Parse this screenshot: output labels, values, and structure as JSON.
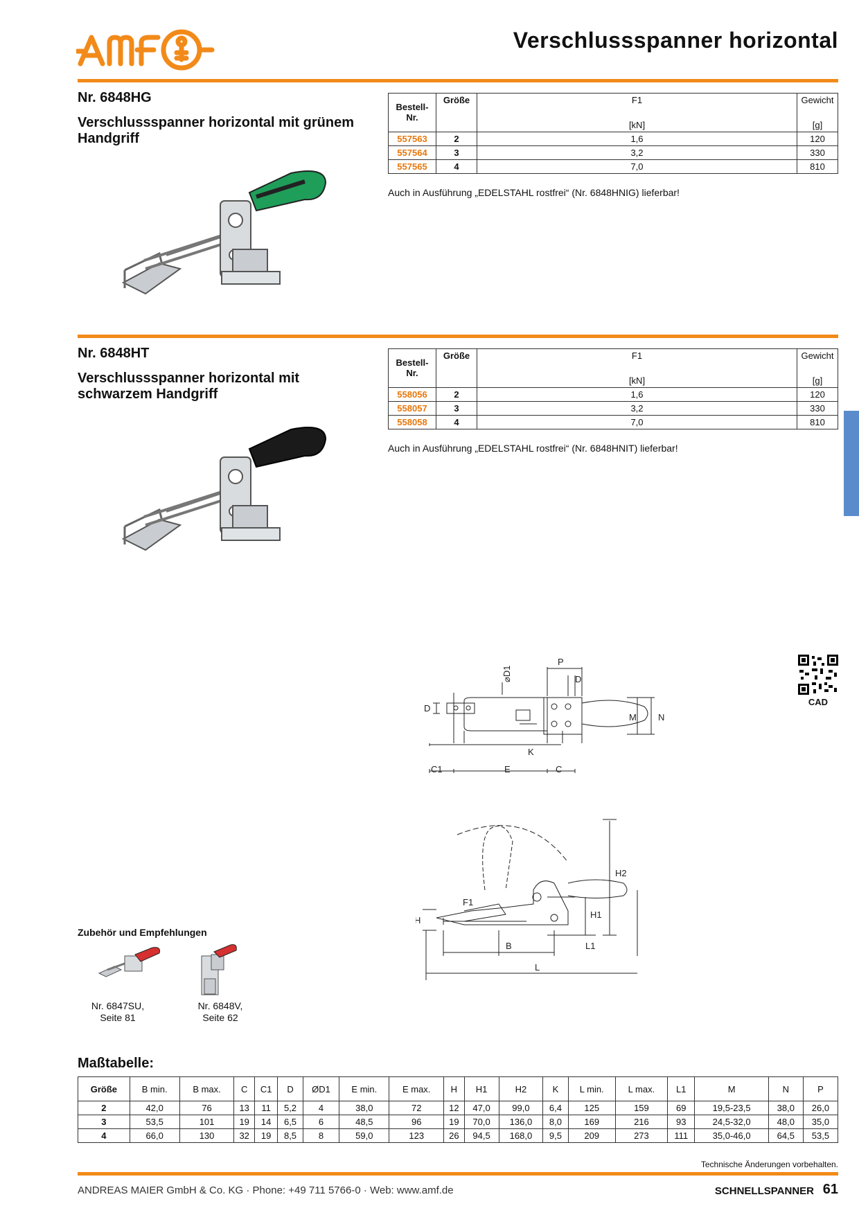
{
  "header": {
    "logo_text": "AMF",
    "title": "Verschlussspanner horizontal"
  },
  "product1": {
    "nr": "Nr. 6848HG",
    "name": "Verschlussspanner horizontal mit grünem Handgriff",
    "handle_color": "#1f9e5a",
    "table": {
      "headers": {
        "bestell": "Bestell-\nNr.",
        "groesse": "Größe",
        "f1": "F1",
        "f1_unit": "[kN]",
        "gewicht": "Gewicht",
        "gewicht_unit": "[g]"
      },
      "rows": [
        {
          "nr": "557563",
          "groesse": "2",
          "f1": "1,6",
          "gewicht": "120"
        },
        {
          "nr": "557564",
          "groesse": "3",
          "f1": "3,2",
          "gewicht": "330"
        },
        {
          "nr": "557565",
          "groesse": "4",
          "f1": "7,0",
          "gewicht": "810"
        }
      ]
    },
    "note": "Auch in Ausführung „EDELSTAHL rostfrei“ (Nr. 6848HNIG) lieferbar!"
  },
  "product2": {
    "nr": "Nr. 6848HT",
    "name": "Verschlussspanner horizontal mit schwarzem Handgriff",
    "handle_color": "#1a1a1a",
    "table": {
      "headers": {
        "bestell": "Bestell-\nNr.",
        "groesse": "Größe",
        "f1": "F1",
        "f1_unit": "[kN]",
        "gewicht": "Gewicht",
        "gewicht_unit": "[g]"
      },
      "rows": [
        {
          "nr": "558056",
          "groesse": "2",
          "f1": "1,6",
          "gewicht": "120"
        },
        {
          "nr": "558057",
          "groesse": "3",
          "f1": "3,2",
          "gewicht": "330"
        },
        {
          "nr": "558058",
          "groesse": "4",
          "f1": "7,0",
          "gewicht": "810"
        }
      ]
    },
    "note": "Auch in Ausführung „EDELSTAHL rostfrei“ (Nr. 6848HNIT) lieferbar!"
  },
  "drawing": {
    "top_labels": {
      "p": "P",
      "d1": "⌀D1",
      "d": "D",
      "d_left": "D",
      "m": "M",
      "n": "N",
      "k": "K",
      "c1": "C1",
      "e": "E",
      "c": "C"
    },
    "side_labels": {
      "f1": "F1",
      "h": "H",
      "h1": "H1",
      "h2": "H2",
      "b": "B",
      "l1": "L1",
      "l": "L"
    }
  },
  "cad": {
    "label": "CAD"
  },
  "accessories": {
    "title": "Zubehör und Empfehlungen",
    "items": [
      {
        "line1": "Nr. 6847SU,",
        "line2": "Seite 81"
      },
      {
        "line1": "Nr. 6848V,",
        "line2": "Seite 62"
      }
    ]
  },
  "dimensions": {
    "title": "Maßtabelle:",
    "headers": [
      "Größe",
      "B min.",
      "B max.",
      "C",
      "C1",
      "D",
      "ØD1",
      "E min.",
      "E max.",
      "H",
      "H1",
      "H2",
      "K",
      "L min.",
      "L max.",
      "L1",
      "M",
      "N",
      "P"
    ],
    "rows": [
      [
        "2",
        "42,0",
        "76",
        "13",
        "11",
        "5,2",
        "4",
        "38,0",
        "72",
        "12",
        "47,0",
        "99,0",
        "6,4",
        "125",
        "159",
        "69",
        "19,5-23,5",
        "38,0",
        "26,0"
      ],
      [
        "3",
        "53,5",
        "101",
        "19",
        "14",
        "6,5",
        "6",
        "48,5",
        "96",
        "19",
        "70,0",
        "136,0",
        "8,0",
        "169",
        "216",
        "93",
        "24,5-32,0",
        "48,0",
        "35,0"
      ],
      [
        "4",
        "66,0",
        "130",
        "32",
        "19",
        "8,5",
        "8",
        "59,0",
        "123",
        "26",
        "94,5",
        "168,0",
        "9,5",
        "209",
        "273",
        "111",
        "35,0-46,0",
        "64,5",
        "53,5"
      ]
    ]
  },
  "footer": {
    "disclaimer": "Technische Änderungen vorbehalten.",
    "company": "ANDREAS MAIER GmbH & Co. KG · Phone: +49 711 5766-0 · Web: www.amf.de",
    "section": "SCHNELLSPANNER",
    "page": "61"
  },
  "colors": {
    "accent": "#f28a1a",
    "sidetab": "#5a8ccc"
  }
}
